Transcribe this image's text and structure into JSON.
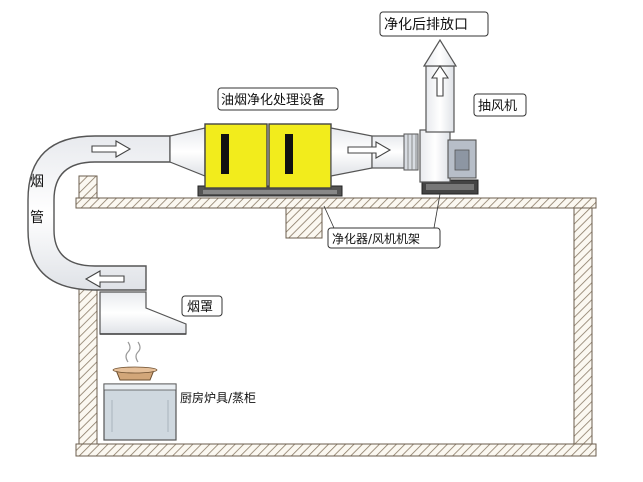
{
  "labels": {
    "exhaust_outlet": "净化后排放口",
    "purifier": "油烟净化处理设备",
    "fan": "抽风机",
    "duct_char1": "烟",
    "duct_char2": "管",
    "rack": "净化器/风机机架",
    "hood": "烟罩",
    "stove": "厨房炉具/蒸柜"
  },
  "colors": {
    "purifier_fill": "#f2ec1c",
    "duct_fill": "#f4f5f7",
    "hatch": "#8a7a66",
    "line": "#333333"
  }
}
